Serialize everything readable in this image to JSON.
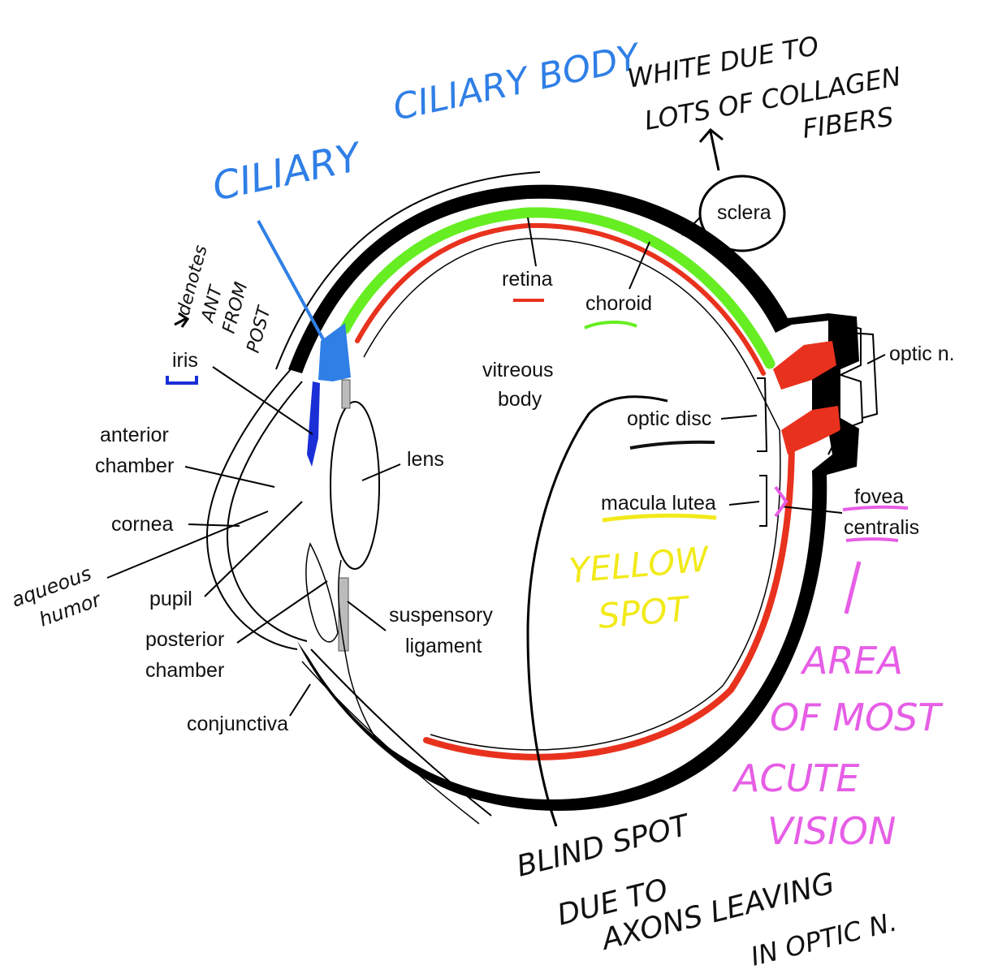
{
  "labels": {
    "sclera": "sclera",
    "retina": "retina",
    "choroid": "choroid",
    "optic_n": "optic n.",
    "iris": "iris",
    "vitreous_1": "vitreous",
    "vitreous_2": "body",
    "optic_disc": "optic disc",
    "anterior_1": "anterior",
    "anterior_2": "chamber",
    "lens": "lens",
    "macula_lutea": "macula lutea",
    "fovea_1": "fovea",
    "fovea_2": "centralis",
    "cornea": "cornea",
    "pupil": "pupil",
    "suspensory_1": "suspensory",
    "suspensory_2": "ligament",
    "posterior_1": "posterior",
    "posterior_2": "chamber",
    "conjunctiva": "conjunctiva"
  },
  "annotations": {
    "ciliary_body_top": "CILIARY BODY",
    "ciliary_body_main": "CILIARY",
    "white_1": "WHITE DUE TO",
    "white_2": "LOTS OF COLLAGEN",
    "white_3": "FIBERS",
    "denotes_1": "denotes",
    "denotes_2": "ANT",
    "denotes_3": "FROM",
    "denotes_4": "POST",
    "aqueous_1": "aqueous",
    "aqueous_2": "humor",
    "yellow_1": "YELLOW",
    "yellow_2": "SPOT",
    "area_1": "AREA",
    "area_2": "OF MOST",
    "area_3": "ACUTE",
    "area_4": "VISION",
    "blind_1": "BLIND SPOT",
    "blind_2": "DUE TO",
    "blind_3": "AXONS LEAVING",
    "blind_4": "IN OPTIC N."
  },
  "colors": {
    "sclera": "#000000",
    "choroid": "#66ee22",
    "retina": "#e8321e",
    "ciliary": "#2f7fe6",
    "iris": "#1a2fd6",
    "yellow": "#f2ea1a",
    "magenta": "#e65ee6"
  }
}
